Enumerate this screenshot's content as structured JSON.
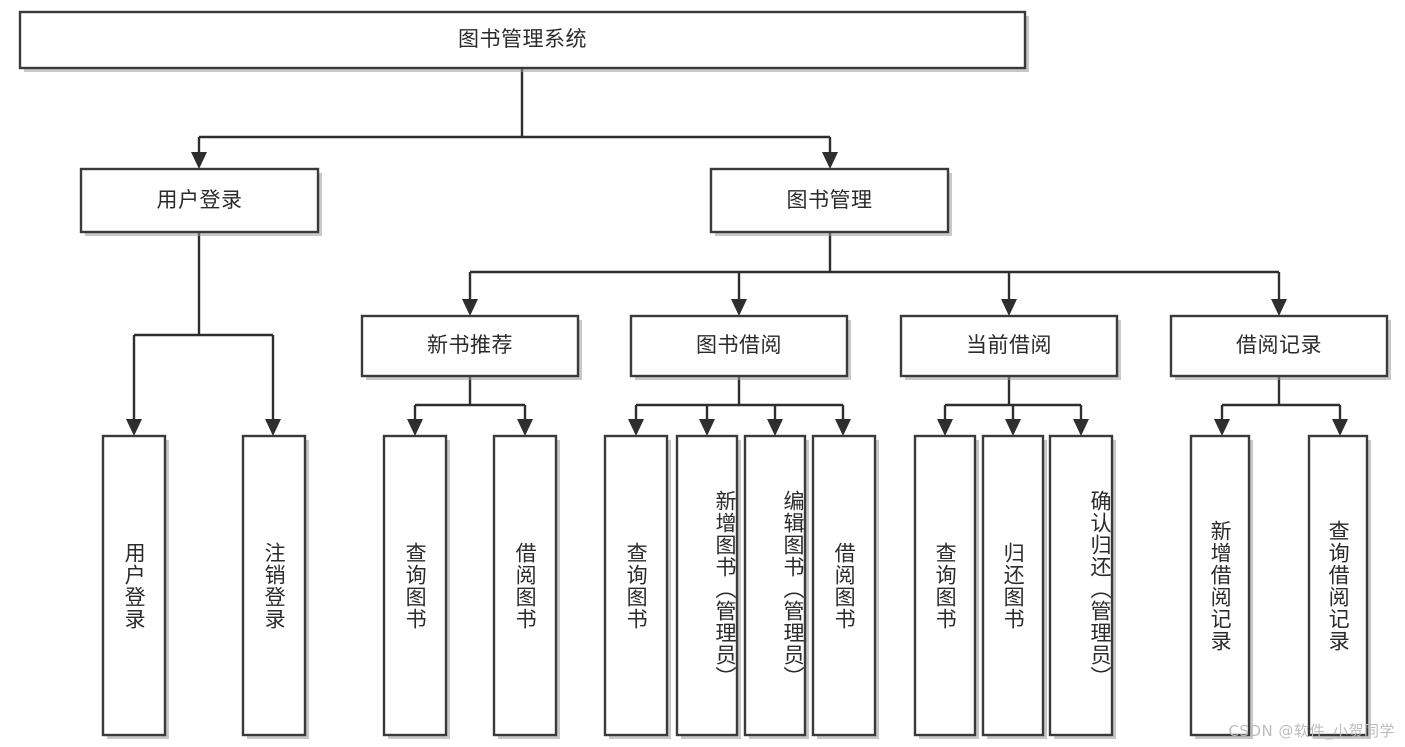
{
  "diagram": {
    "type": "tree-hierarchy-chart",
    "title": "图书管理系统",
    "watermark": "CSDN @软件_小贺同学",
    "colors": {
      "box_stroke": "#3a3a3a",
      "box_fill": "#ffffff",
      "connector": "#2e2e2e",
      "text": "#2b2b2b",
      "watermark": "#bdbdbd",
      "background": "#ffffff"
    },
    "root": {
      "label": "图书管理系统"
    },
    "level2": [
      {
        "label": "用户登录"
      },
      {
        "label": "图书管理"
      }
    ],
    "level3": [
      {
        "label": "新书推荐"
      },
      {
        "label": "图书借阅"
      },
      {
        "label": "当前借阅"
      },
      {
        "label": "借阅记录"
      }
    ],
    "leaves": {
      "user_login": [
        {
          "label": "用户登录"
        },
        {
          "label": "注销登录"
        }
      ],
      "new_book": [
        {
          "label": "查询图书"
        },
        {
          "label": "借阅图书"
        }
      ],
      "book_borrow": [
        {
          "label": "查询图书"
        },
        {
          "label": "新增图书（管理员）"
        },
        {
          "label": "编辑图书（管理员）"
        },
        {
          "label": "借阅图书"
        }
      ],
      "current_borrow": [
        {
          "label": "查询图书"
        },
        {
          "label": "归还图书"
        },
        {
          "label": "确认归还（管理员）"
        }
      ],
      "borrow_record": [
        {
          "label": "新增借阅记录"
        },
        {
          "label": "查询借阅记录"
        }
      ]
    }
  }
}
